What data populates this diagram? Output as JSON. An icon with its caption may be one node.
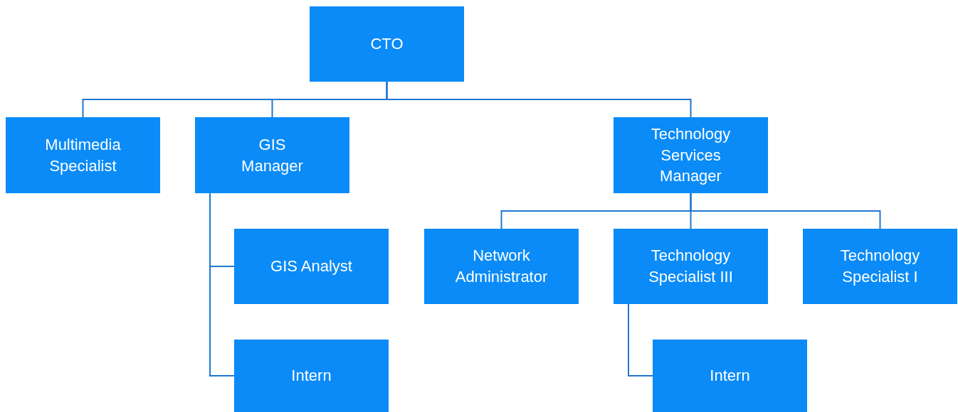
{
  "diagram": {
    "nodes": [
      {
        "text": [
          "CTO"
        ]
      },
      {
        "text": [
          "Multimedia Specialist"
        ]
      },
      {
        "text": [
          "GIS Manager"
        ]
      },
      {
        "text": [
          "Technology Services Manager"
        ]
      },
      {
        "text": [
          "GIS Analyst"
        ]
      },
      {
        "text": [
          "Intern"
        ]
      },
      {
        "text": [
          "Network Administrator"
        ]
      },
      {
        "text": [
          "Technology Specialist III"
        ]
      },
      {
        "text": [
          "Technology Specialist I"
        ]
      },
      {
        "text": [
          "Intern"
        ]
      }
    ],
    "edges": [
      {
        "from": 0,
        "to": 1,
        "arrow": "none"
      },
      {
        "from": 0,
        "to": 2,
        "arrow": "none"
      },
      {
        "from": 0,
        "to": 3,
        "arrow": "none"
      },
      {
        "from": 2,
        "to": 4,
        "arrow": "none"
      },
      {
        "from": 2,
        "to": 5,
        "arrow": "none"
      },
      {
        "from": 3,
        "to": 6,
        "arrow": "none"
      },
      {
        "from": 3,
        "to": 7,
        "arrow": "none"
      },
      {
        "from": 3,
        "to": 8,
        "arrow": "none"
      },
      {
        "from": 7,
        "to": 9,
        "arrow": "none"
      }
    ]
  }
}
